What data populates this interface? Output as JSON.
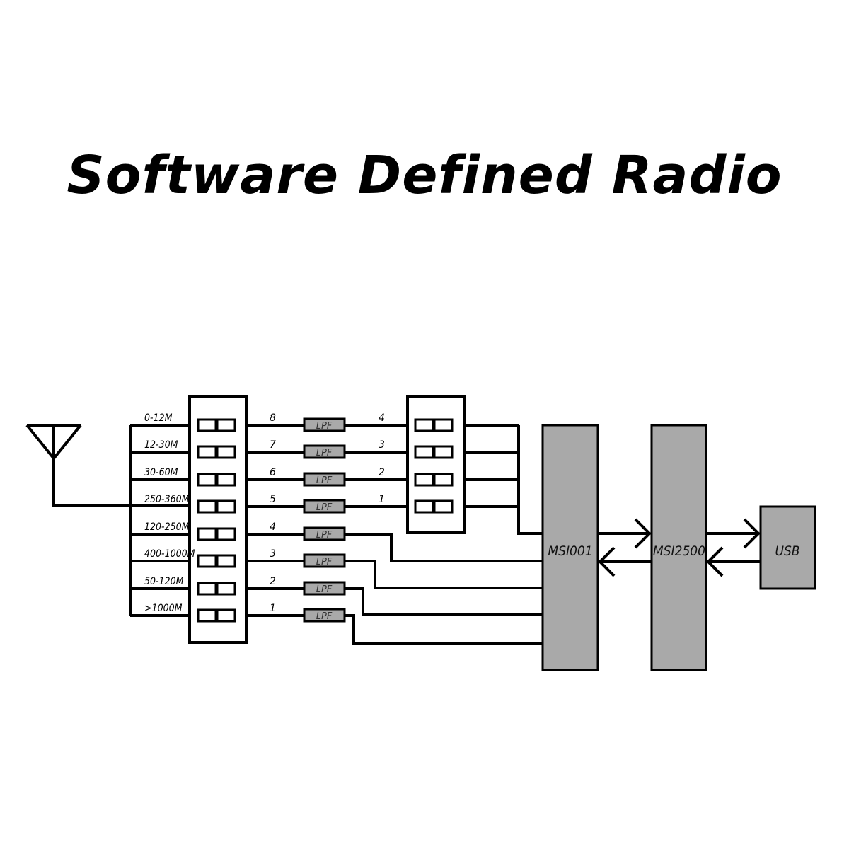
{
  "title": "Software Defined Radio",
  "bands": [
    "0-12M",
    "12-30M",
    "30-60M",
    "250-360M",
    "120-250M",
    "400-1000M",
    "50-120M",
    ">1000M"
  ],
  "left_out_numbers": [
    "8",
    "7",
    "6",
    "5",
    "4",
    "3",
    "2",
    "1"
  ],
  "second_switch_numbers": [
    "4",
    "3",
    "2",
    "1"
  ],
  "lpf_label": "LPF",
  "blocks": {
    "msi001": "MSI001",
    "msi2500": "MSI2500",
    "usb": "USB"
  },
  "colors": {
    "block_fill": "#a9a9a9",
    "line": "#000000"
  }
}
